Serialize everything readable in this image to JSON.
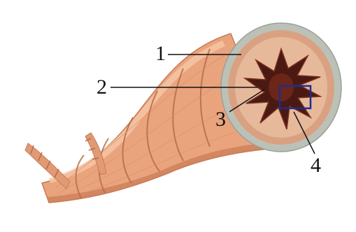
{
  "labels": [
    {
      "id": "label-1",
      "text": "1"
    },
    {
      "id": "label-2",
      "text": "2"
    },
    {
      "id": "label-3",
      "text": "3"
    },
    {
      "id": "label-4",
      "text": "4"
    }
  ],
  "colors": {
    "background": "#ffffff",
    "tube_base": "#e9a47e",
    "tube_shadow": "#c97a56",
    "tube_highlight": "#f6c7a6",
    "muscle_stripe": "#b76a4a",
    "outer_ring": "#bcc1b8",
    "mucosa": "#e6b99b",
    "lumen_dark": "#4a1a12",
    "highlight_box": "#1f2c8f",
    "leader_line": "#111111"
  },
  "icons": {
    "structure": "bronchus-cross-section-illustration"
  }
}
